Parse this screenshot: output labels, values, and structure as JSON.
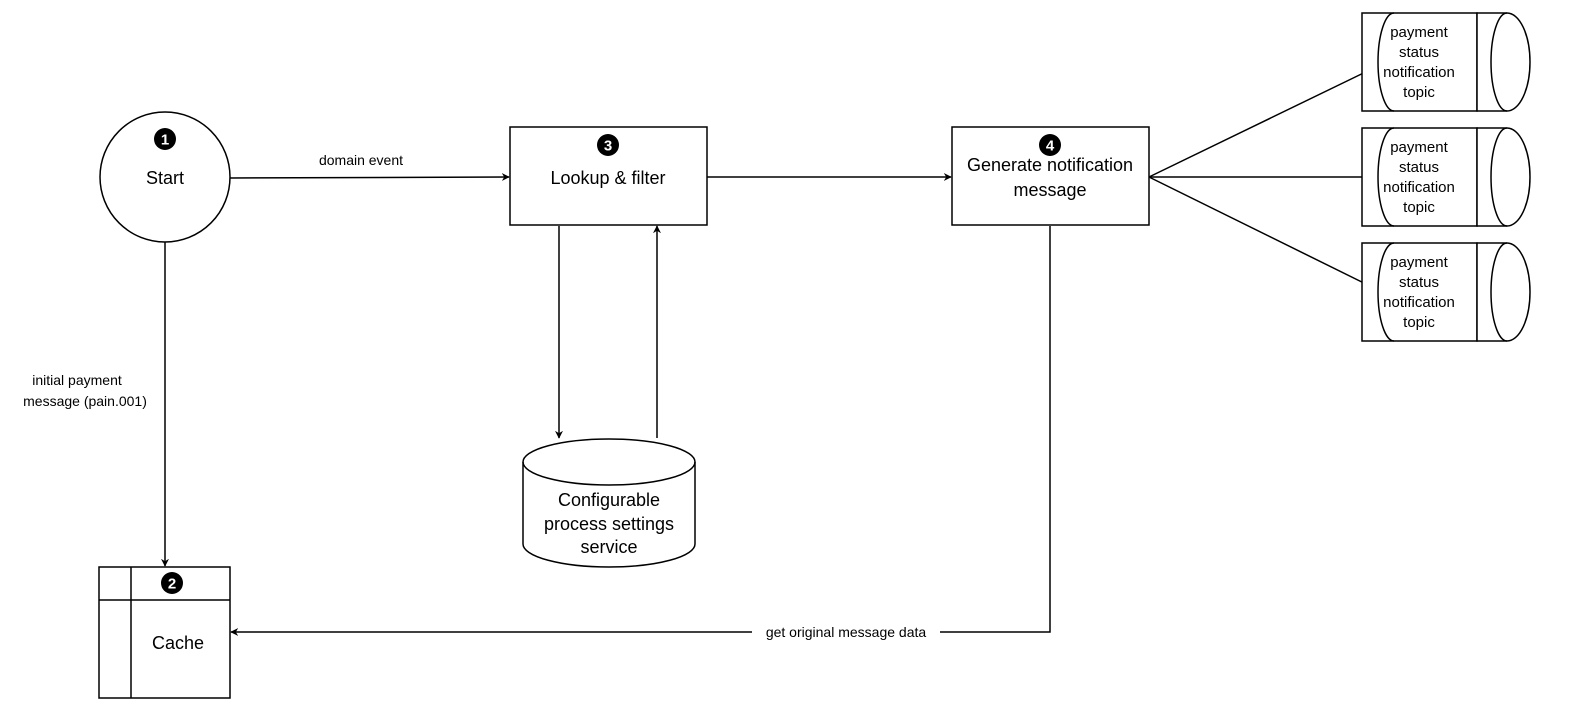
{
  "diagram": {
    "nodes": {
      "start": {
        "label": "Start",
        "badge": "1"
      },
      "cache": {
        "label": "Cache",
        "badge": "2"
      },
      "lookup": {
        "label": "Lookup & filter",
        "badge": "3"
      },
      "generate": {
        "label_line1": "Generate notification",
        "label_line2": "message",
        "badge": "4"
      },
      "settings": {
        "label_line1": "Configurable",
        "label_line2": "process settings",
        "label_line3": "service"
      },
      "topics": [
        {
          "line1": "payment",
          "line2": "status",
          "line3": "notification",
          "line4": "topic"
        },
        {
          "line1": "payment",
          "line2": "status",
          "line3": "notification",
          "line4": "topic"
        },
        {
          "line1": "payment",
          "line2": "status",
          "line3": "notification",
          "line4": "topic"
        }
      ]
    },
    "edges": {
      "domain_event": "domain event",
      "initial_payment_line1": "initial payment",
      "initial_payment_line2": "message (pain.001)",
      "get_original": "get original message data"
    }
  }
}
